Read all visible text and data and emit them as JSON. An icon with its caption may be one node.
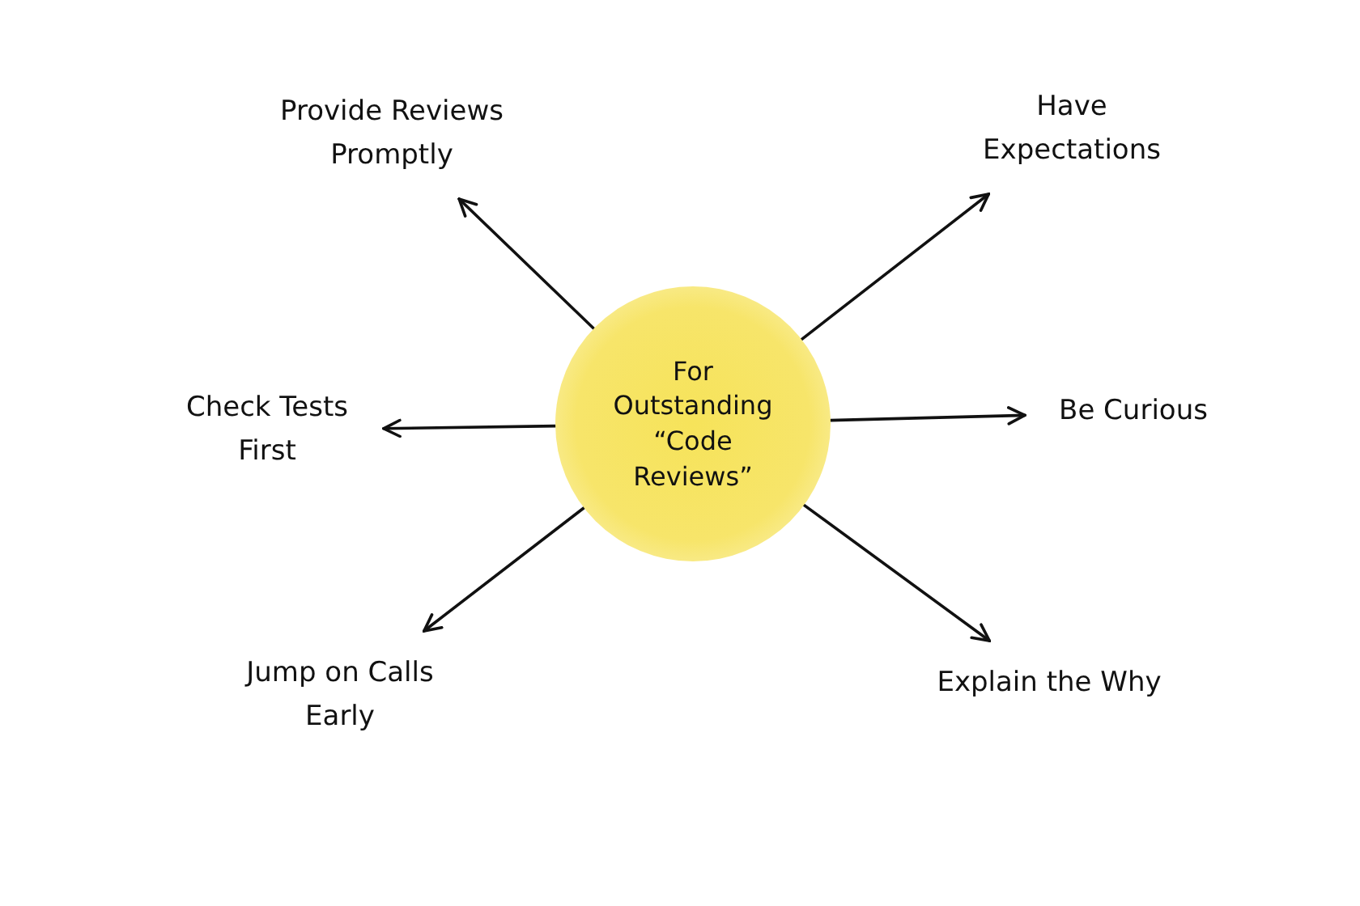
{
  "diagram": {
    "nodes": [
      {
        "text": [
          "For Outstanding “Code Reviews”"
        ]
      },
      {
        "text": [
          "Provide Reviews Promptly"
        ]
      },
      {
        "text": [
          "Have Expectations"
        ]
      },
      {
        "text": [
          "Check Tests First"
        ]
      },
      {
        "text": [
          "Be Curious"
        ]
      },
      {
        "text": [
          "Jump on Calls Early"
        ]
      },
      {
        "text": [
          "Explain the Why"
        ]
      }
    ],
    "edges": [
      {
        "from": 0,
        "to": 1,
        "arrow": "to"
      },
      {
        "from": 0,
        "to": 2,
        "arrow": "to"
      },
      {
        "from": 0,
        "to": 3,
        "arrow": "to"
      },
      {
        "from": 0,
        "to": 4,
        "arrow": "to"
      },
      {
        "from": 0,
        "to": 5,
        "arrow": "to"
      },
      {
        "from": 0,
        "to": 6,
        "arrow": "to"
      }
    ]
  }
}
